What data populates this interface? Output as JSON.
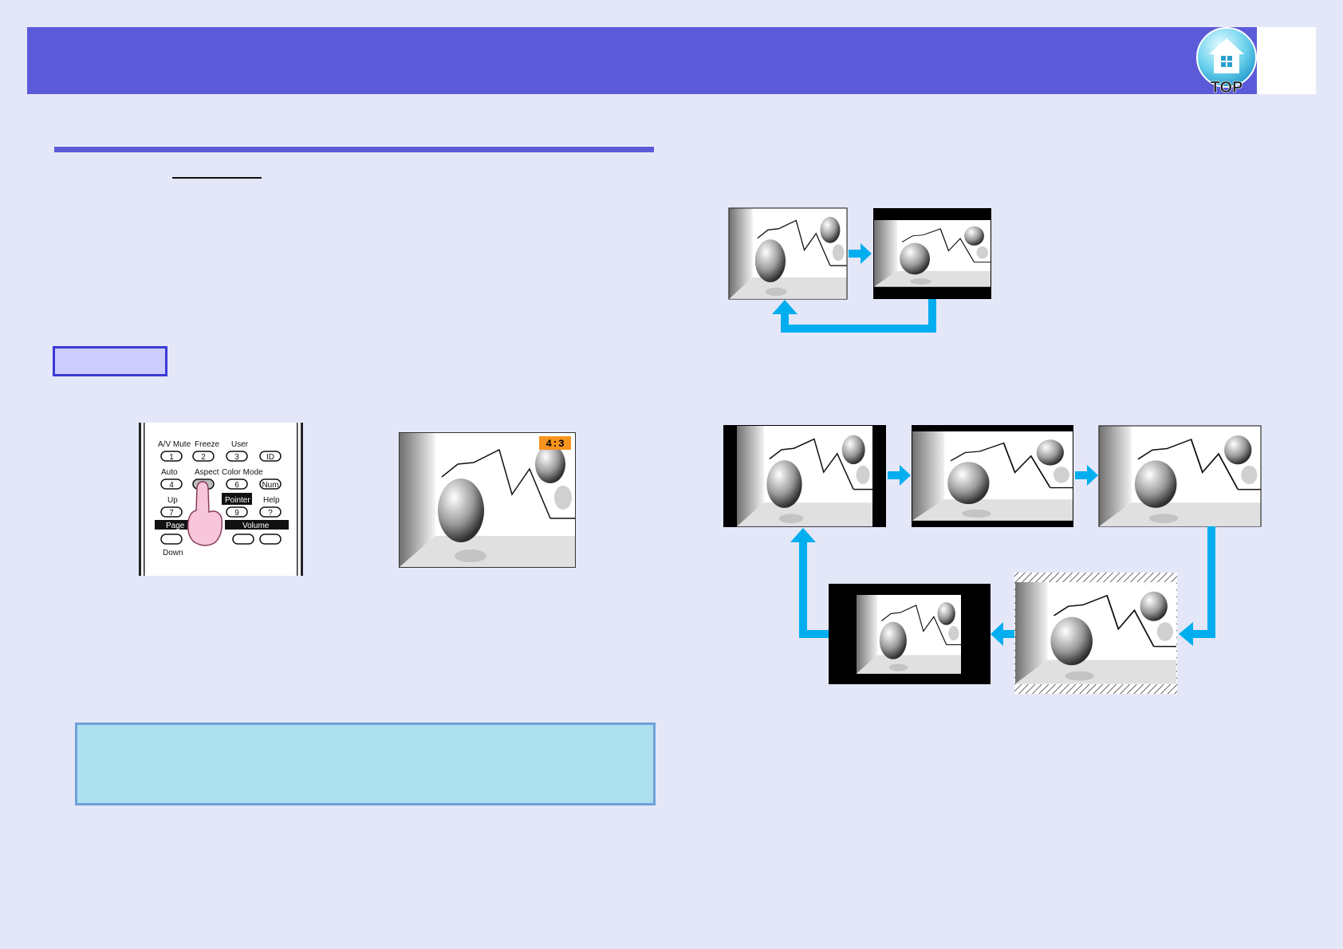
{
  "header": {
    "title": "",
    "page_number": "",
    "top_button_label": "TOP"
  },
  "procedure": {
    "label": ""
  },
  "remote": {
    "row1_labels": [
      "A/V Mute",
      "Freeze",
      "User"
    ],
    "row1_buttons": [
      "1",
      "2",
      "3",
      "ID"
    ],
    "row2_labels": [
      "Auto",
      "Aspect",
      "Color Mode"
    ],
    "row2_buttons": [
      "4",
      "5",
      "6",
      "Num"
    ],
    "row3_labels": [
      "Up",
      "Pointer",
      "Help"
    ],
    "row3_buttons": [
      "7",
      "9",
      "?"
    ],
    "page_label": "Page",
    "volume_label": "Volume",
    "down_label": "Down"
  },
  "preview": {
    "aspect_badge": "4:3"
  },
  "colors": {
    "header": "#5b5bd9",
    "background": "#e4e7f8",
    "arrow": "#00aeef",
    "note_fill": "#ade0ee",
    "badge": "#f7941d"
  },
  "icons": [
    "home-top-icon",
    "pointing-finger-icon",
    "cycle-arrow-icon"
  ]
}
